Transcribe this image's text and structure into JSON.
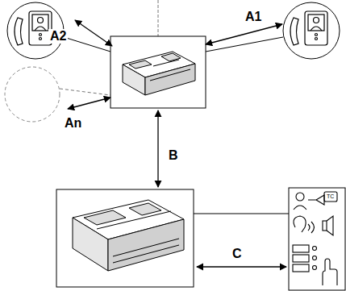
{
  "diagram": {
    "labels": [
      "A2",
      "A1",
      "An",
      "B",
      "C",
      "TC"
    ]
  }
}
